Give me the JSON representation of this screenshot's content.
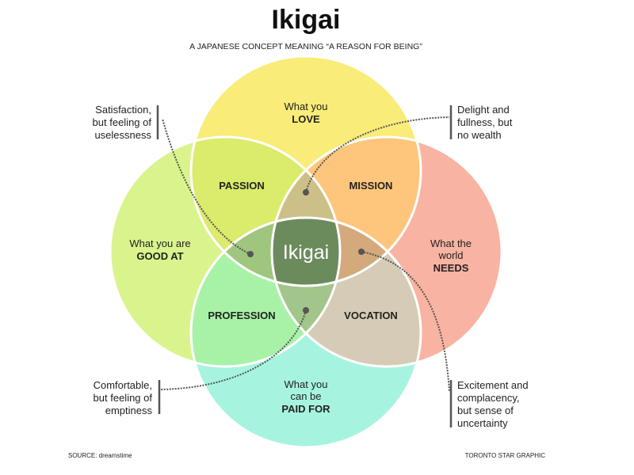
{
  "title": "Ikigai",
  "subtitle": "A JAPANESE CONCEPT MEANING “A REASON FOR BEING”",
  "circles": {
    "love": {
      "line1": "What you",
      "line2": "LOVE",
      "color": "#f9ec78"
    },
    "good": {
      "line1": "What you are",
      "line2": "GOOD AT",
      "color": "#d9f48c"
    },
    "needs": {
      "line1": "What the",
      "line2": "world",
      "line3": "NEEDS",
      "color": "#f9b3a2"
    },
    "paid": {
      "line1": "What you",
      "line2": "can be",
      "line3": "PAID FOR",
      "color": "#a6f4df"
    }
  },
  "overlaps": {
    "passion": {
      "label": "PASSION",
      "color": "#dbeb6c"
    },
    "mission": {
      "label": "MISSION",
      "color": "#fdc67c"
    },
    "profession": {
      "label": "PROFESSION",
      "color": "#a8f2a8"
    },
    "vocation": {
      "label": "VOCATION",
      "color": "#d6cbb6"
    },
    "center": {
      "label": "Ikigai",
      "color": "#6b8b5d"
    },
    "top_triple_color": "#cdbf88",
    "left_triple_color": "#9fc67f",
    "right_triple_color": "#d4a97c",
    "bottom_triple_color": "#a1c58a"
  },
  "callouts": {
    "satisfaction": [
      "Satisfaction,",
      "but feeling of",
      "uselessness"
    ],
    "delight": [
      "Delight and",
      "fullness, but",
      "no wealth"
    ],
    "comfortable": [
      "Comfortable,",
      "but feeling of",
      "emptiness"
    ],
    "excitement": [
      "Excitement and",
      "complacency,",
      "but sense of",
      "uncertainty"
    ]
  },
  "footer": {
    "source": "SOURCE: dreamstime",
    "credit": "TORONTO STAR GRAPHIC"
  }
}
